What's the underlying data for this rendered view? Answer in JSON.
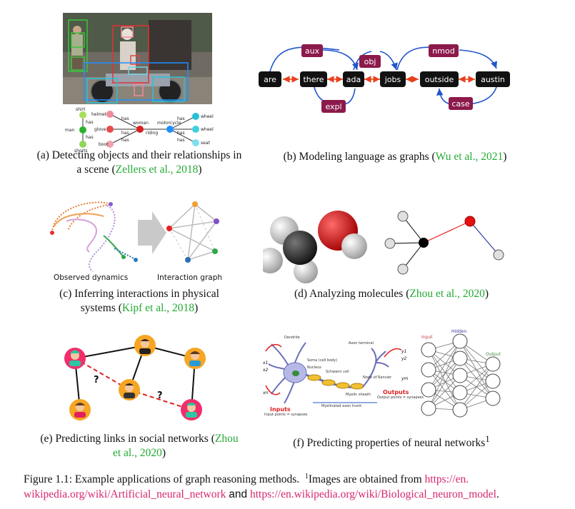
{
  "panel_a": {
    "graph_nodes": [
      "shirt",
      "man",
      "shorts",
      "helmet",
      "glove",
      "boot",
      "woman",
      "motorcycle",
      "wheel",
      "wheel",
      "seat"
    ],
    "graph_edges": [
      "has",
      "has",
      "has",
      "has",
      "has",
      "riding",
      "has",
      "has",
      "has"
    ],
    "caption_line1": "(a) Detecting objects and their relationships in",
    "caption_line2_pre": "a scene (",
    "caption_cite": "Zellers et al., 2018",
    "caption_line2_post": ")"
  },
  "panel_b": {
    "words": [
      "are",
      "there",
      "ada",
      "jobs",
      "outside",
      "austin"
    ],
    "relations": [
      "aux",
      "obj",
      "nmod",
      "expl",
      "case"
    ],
    "caption_pre": "(b) Modeling language as graphs (",
    "caption_cite": "Wu et al., 2021",
    "caption_post": ")"
  },
  "panel_c": {
    "left_label": "Observed dynamics",
    "right_label": "Interaction graph",
    "caption_line1": "(c) Inferring interactions in physical",
    "caption_line2_pre": "systems (",
    "caption_cite": "Kipf et al., 2018",
    "caption_line2_post": ")"
  },
  "panel_d": {
    "caption_pre": "(d) Analyzing molecules (",
    "caption_cite": "Zhou et al., 2020",
    "caption_post": ")"
  },
  "panel_e": {
    "question_marks": [
      "?",
      "?"
    ],
    "caption_line1_pre": "(e) Predicting links in social networks (",
    "caption_line1_cite": "Zhou",
    "caption_line2_cite": "et al., 2020",
    "caption_line2_post": ")"
  },
  "panel_f": {
    "neuron_labels": {
      "dendrite": "Dendrite",
      "axon_terminal": "Axon terminal",
      "soma": "Soma (cell body)",
      "nucleus": "Nucleus",
      "myelin": "Myelin sheath",
      "schwann": "Schwann cell",
      "node": "Node of Ranvier",
      "trunk": "Myelinated axon trunk",
      "inputs": "Inputs",
      "inputs_sub": "Input points = synapses",
      "outputs": "Outputs",
      "outputs_sub": "Output points = synapses",
      "x_labels": [
        "x1",
        "x2",
        "xn"
      ],
      "y_labels": [
        "y1",
        "y2",
        "ym"
      ]
    },
    "nn_labels": {
      "input": "Input",
      "hidden": "Hidden",
      "output": "Output"
    },
    "caption": "(f) Predicting properties of neural networks",
    "caption_sup": "1"
  },
  "figure_caption": {
    "label": "Figure 1.1: Example applications of graph reasoning methods.",
    "footnote_mark": "1",
    "text": "Images are obtained from",
    "url1_part1": "https://en.",
    "url1_part2": "wikipedia.org/wiki/Artificial_neural_network",
    "and": "and",
    "url2": "https://en.wikipedia.org/wiki/Biological_neuron_model",
    "end": "."
  },
  "colors": {
    "citation": "#22aa33",
    "link": "#d6266e",
    "word_box": "#111111",
    "relation_box": "#8c1a4b",
    "arrow_blue": "#2255cc",
    "arrow_red": "#e8401c"
  }
}
